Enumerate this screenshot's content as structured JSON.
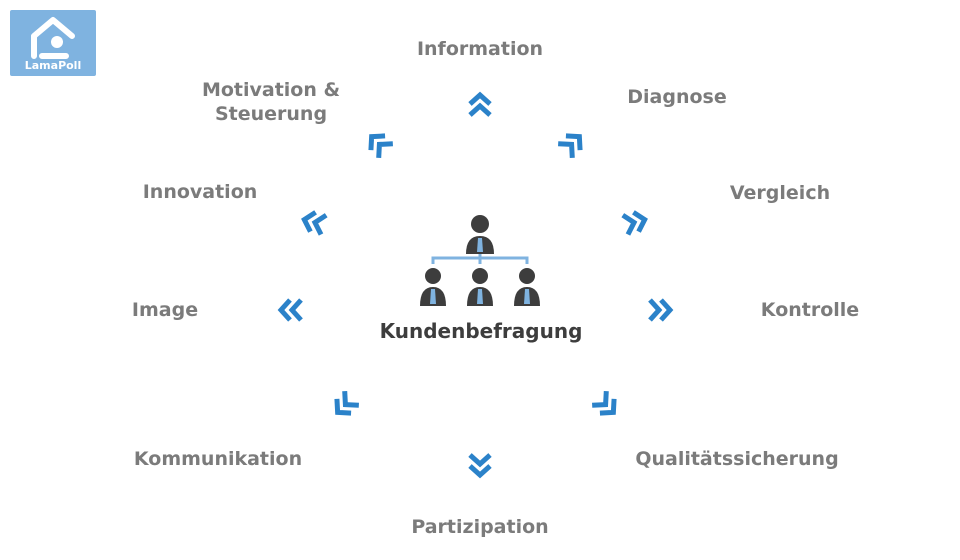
{
  "logo": {
    "text": "LamaPoll"
  },
  "center": {
    "title": "Kundenbefragung",
    "person_icon": "person-icon"
  },
  "colors": {
    "accent": "#2b82c9",
    "label": "#7b7b7b",
    "center_text": "#3d3d3d",
    "logo_bg": "#7fb3e0",
    "line": "#7fb3e0",
    "person": "#3d3d3d"
  },
  "spokes": [
    {
      "id": "information",
      "label": "Information"
    },
    {
      "id": "diagnose",
      "label": "Diagnose"
    },
    {
      "id": "vergleich",
      "label": "Vergleich"
    },
    {
      "id": "kontrolle",
      "label": "Kontrolle"
    },
    {
      "id": "qualitaetssicherung",
      "label": "Qualitätssicherung"
    },
    {
      "id": "partizipation",
      "label": "Partizipation"
    },
    {
      "id": "kommunikation",
      "label": "Kommunikation"
    },
    {
      "id": "image",
      "label": "Image"
    },
    {
      "id": "innovation",
      "label": "Innovation"
    },
    {
      "id": "motivation-steuerung",
      "label": "Motivation & Steuerung"
    }
  ]
}
